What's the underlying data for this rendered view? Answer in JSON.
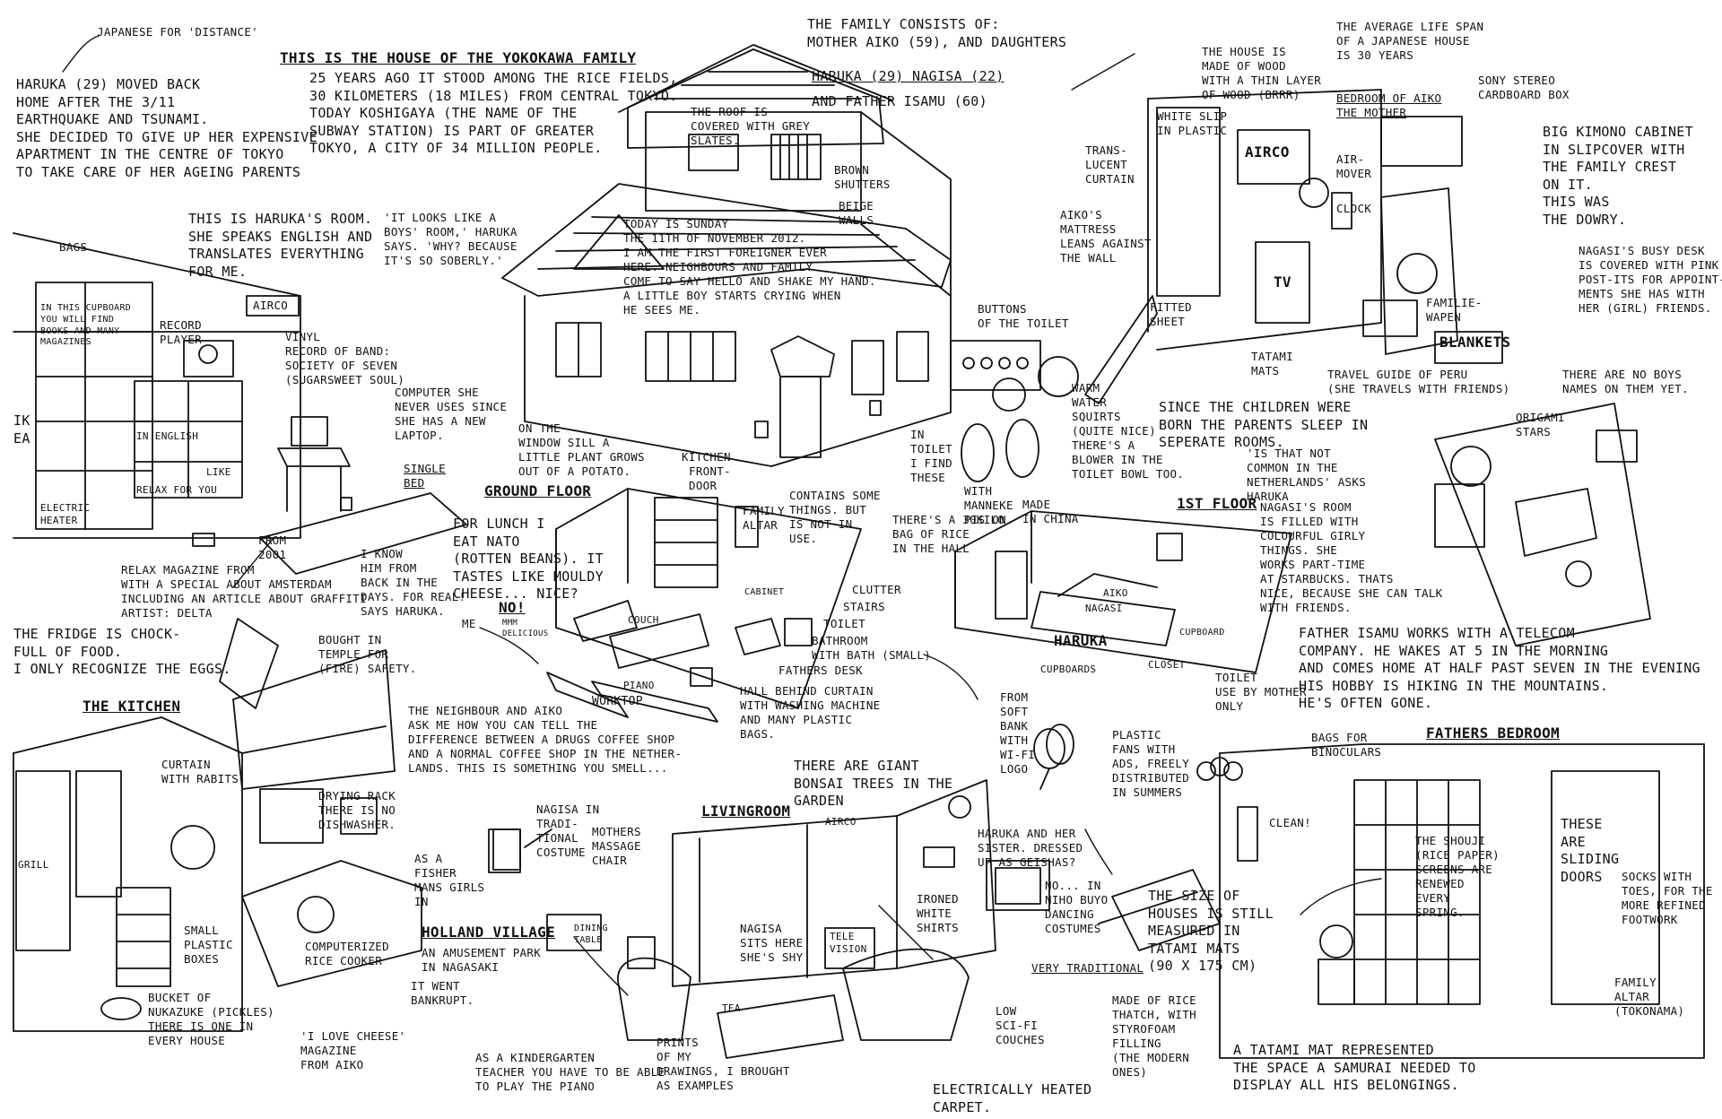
{
  "colors": {
    "ink": "#111111",
    "paper": "#ffffff"
  },
  "notes": {
    "japanese_distance": "Japanese for 'distance'",
    "haruka_intro": "Haruka (29) moved back\nhome after the 3/11\nearthquake and tsunami.\nShe decided to give up her expensive\napartment in the centre of Tokyo\nto take care of her ageing parents",
    "house_title": "This is the house of the Yokokawa family",
    "house_desc": "25 years ago it stood among the rice fields,\n30 kilometers (18 miles) from central Tokyo.\nToday Koshigaya (the name of the\nsubway station) is part of greater\nTokyo, a city of 34 million people.",
    "family_1": "The family consists of:\nMother Aiko (59), and daughters",
    "family_2": "Haruka (29) Nagisa (22)",
    "family_3": "and Father Isamu (60)",
    "life_span": "The average life span\nof a Japanese house\nis 30 years",
    "wood": "The house is\nmade of wood\nwith a thin layer\nof wood (brrr)",
    "bedroom_aiko": "Bedroom of Aiko\nThe mother",
    "sony": "Sony stereo\ncardboard box",
    "kimono": "Big kimono cabinet\nin slipcover with\nthe family crest\non it.\nThis was\nthe dowry.",
    "white_slip": "White slip\nin plastic",
    "translucent": "Trans-\nlucent\ncurtain",
    "airco_label": "AIRCO",
    "air_mover": "Air-\nmover",
    "clock": "Clock",
    "mattress": "Aiko's\nmattress\nleans against\nthe wall",
    "fitted_sheet": "Fitted\nsheet",
    "tatami_mats": "Tatami\nmats",
    "tv": "TV",
    "familie_wapen": "Familie-\nwapen",
    "blankets": "BLANKETS",
    "travel_guide": "Travel guide of Peru\n(she travels with friends)",
    "roof": "The roof is\ncovered with grey\nslates.",
    "shutters": "Brown\nshutters",
    "walls": "Beige\nwalls",
    "sunday": "Today is Sunday\nthe 11th of November 2012.\nI am the first foreigner ever\nhere. Neighbours and family\ncome to say hello and shake my hand.\nA little boy starts crying when\nhe sees me.",
    "plant": "On the\nwindow sill a\nlittle plant grows\nout of a potato.",
    "kitchen_label": "Kitchen",
    "buttons_toilet": "Buttons\nof the toilet",
    "warm_water": "Warm\nwater\nsquirts\n(quite nice)\nThere's a\nblower in the\ntoilet bowl too.",
    "in_toilet": "In\ntoilet\nI find\nthese",
    "manneken": "With\nManneke\nPis on.",
    "made_china": "Made\nin China",
    "since_children": "Since the children were\nborn the parents sleep in\nseperate rooms.",
    "netherlands": "'Is that not\ncommon in the\nNetherlands' asks\nHaruka",
    "nagasi_desk": "Nagasi's busy desk\nis covered with pink\npost-its for appoint-\nments she has with\nher (girl) friends.",
    "no_boys": "There are no boys\nnames on them yet.",
    "origami": "Origami\nstars",
    "nagasi_room": "Nagasi's room\nis filled with\ncolourful girly\nthings. She\nworks part-time\nat Starbucks. Thats\nnice, because she can talk\nwith friends.",
    "father_isamu": "Father Isamu works with a telecom\ncompany. He wakes at 5 in the morning\nand comes home at half past seven in the evening\nHis hobby is hiking in the mountains.\nHe's often gone.",
    "harukas_room": "This is Haruka's room.\nShe speaks English and\ntranslates everything\nfor me.",
    "boys_room": "'It looks like a\nboys' room,' Haruka\nsays. 'Why? because\nit's so soberly.'",
    "bags": "Bags",
    "record_player": "Record\nplayer",
    "vinyl": "Vinyl\nrecord of band:\nSociety of Seven\n(Sugarsweet Soul)",
    "computer": "Computer she\nnever uses since\nshe has a new\nlaptop.",
    "ikea": "IK\nEA",
    "single_bed": "Single\nbed",
    "cupboard_text": "IN THIS CUPBOARD YOU WILL FIND BOOKS AND MANY MAGAZINES",
    "english_text": "IN ENGLISH",
    "like_text": "LIKE",
    "relax_text": "RELAX FOR YOU",
    "heater": "ELECTRIC\nHEATER",
    "airco_haruka": "AIRCO",
    "from_2001": "From\n2001",
    "relax_magazine": "Relax magazine from\nwith a special about Amsterdam\nincluding an article about graffiti\nartist: Delta",
    "ground_floor": "Ground floor",
    "front_door": "Front-\ndoor",
    "family_altar": "Family\naltar",
    "contains": "Contains some\nthings. But\nis not in\nuse.",
    "rice_bag": "There's a 30kilo\nbag of rice\nin the hall",
    "clutter": "Clutter",
    "stairs": "Stairs",
    "toilet": "Toilet",
    "bathroom": "Bathroom\nwith bath (small)",
    "fathers_desk": "Fathers desk",
    "hall": "Hall behind curtain\nwith washing machine\nand many plastic\nbags.",
    "lunch": "For lunch I\neat Nato\n(rotten beans). It\ntastes like mouldy\ncheese... nice?",
    "no": "No!",
    "me": "Me",
    "mmm": "mmm\ndelicious",
    "know_him": "I know\nhim from\nback in the\ndays. For real!\nsays Haruka.",
    "couch": "Couch",
    "piano": "Piano",
    "worktop": "Worktop",
    "cabinet": "Cabinet",
    "first_floor": "1st floor",
    "aiko_floor": "Aiko",
    "nagasi_floor": "Nagasi",
    "haruka_floor": "HARUKA",
    "cupboards_floor": "Cupboards",
    "closet": "Closet",
    "cupboard": "Cupboard",
    "toilet_mother": "Toilet\nuse by mother\nonly",
    "fridge": "The fridge is chock-\nfull of food.\nI only recognize the eggs.",
    "the_kitchen": "The kitchen",
    "bought_temple": "Bought in\ntemple for\n(fire) safety.",
    "curtain_rabits": "Curtain\nwith rabits",
    "grill": "Grill",
    "drying_rack": "Drying rack\nThere is no\ndishwasher.",
    "small_boxes": "Small\nplastic\nboxes",
    "rice_cooker": "Computerized\nrice cooker",
    "nukazuke": "Bucket of\nNukazuke (Pickles)\nThere is one in\nevery house",
    "drugs": "The neighbour and Aiko\nask me how you can tell the\ndifference between a drugs coffee shop\nand a normal coffee shop in the Nether-\nlands. This is something you smell...",
    "fisher": "As a\nfisher\nmans girls\nin",
    "nagisa_costume": "Nagisa in\ntradi-\ntional\ncostume",
    "holland": "Holland Village",
    "amusement": "an amusement park\nin Nagasaki",
    "bankrupt": "It went\nbankrupt.",
    "i_love_cheese": "'I love cheese'\nmagazine\nfrom Aiko",
    "kindergarten": "As a kindergarten\nteacher you have to be able\nto play the piano",
    "livingroom": "Livingroom",
    "bonsai": "There are giant\nbonsai trees in the\ngarden",
    "massage": "Mothers\nmassage\nchair",
    "dining": "Dining\ntable",
    "airco_living": "Airco",
    "nagisa_sits": "Nagisa\nsits here\nshe's shy",
    "television": "Tele\nvision",
    "ironed": "Ironed\nwhite\nshirts",
    "tea": "Tea",
    "prints": "Prints\nof my\ndrawings, I brought\nas examples",
    "low_couches": "Low\nsci-fi\ncouches",
    "heated_carpet": "Electrically heated\ncarpet.",
    "soft_bank": "From\nSoft\nBank\nwith\nWi-Fi\nlogo",
    "plastic_fans": "Plastic\nfans with\nads, freely\ndistributed\nin summers",
    "geishas": "Haruka and her\nsister. Dressed\nup as Geishas?",
    "nihon_buyo": "No... in\nNiho Buyo\ndancing\ncostumes",
    "very_traditional": "Very traditional",
    "size_houses": "The size of\nhouses is still\nmeasured in\ntatami mats\n(90 x 175 cm)",
    "rice_thatch": "Made of rice\nthatch, with\nstyrofoam\nfilling\n(the modern\nones)",
    "samurai": "A tatami mat represented\nthe space a samurai needed to\ndisplay all his belongings.",
    "bags_binoculars": "Bags for\nbinoculars",
    "fathers_bedroom": "Fathers bedroom",
    "clean": "Clean!",
    "shouji": "The shouji\n(rice paper)\nscreens are\nrenewed\nevery\nspring.",
    "sliding": "These\nare\nsliding\ndoors",
    "socks": "Socks with\ntoes, for the\nmore refined\nfootwork",
    "family_altar_2": "Family\naltar\n(Tokonama)"
  }
}
